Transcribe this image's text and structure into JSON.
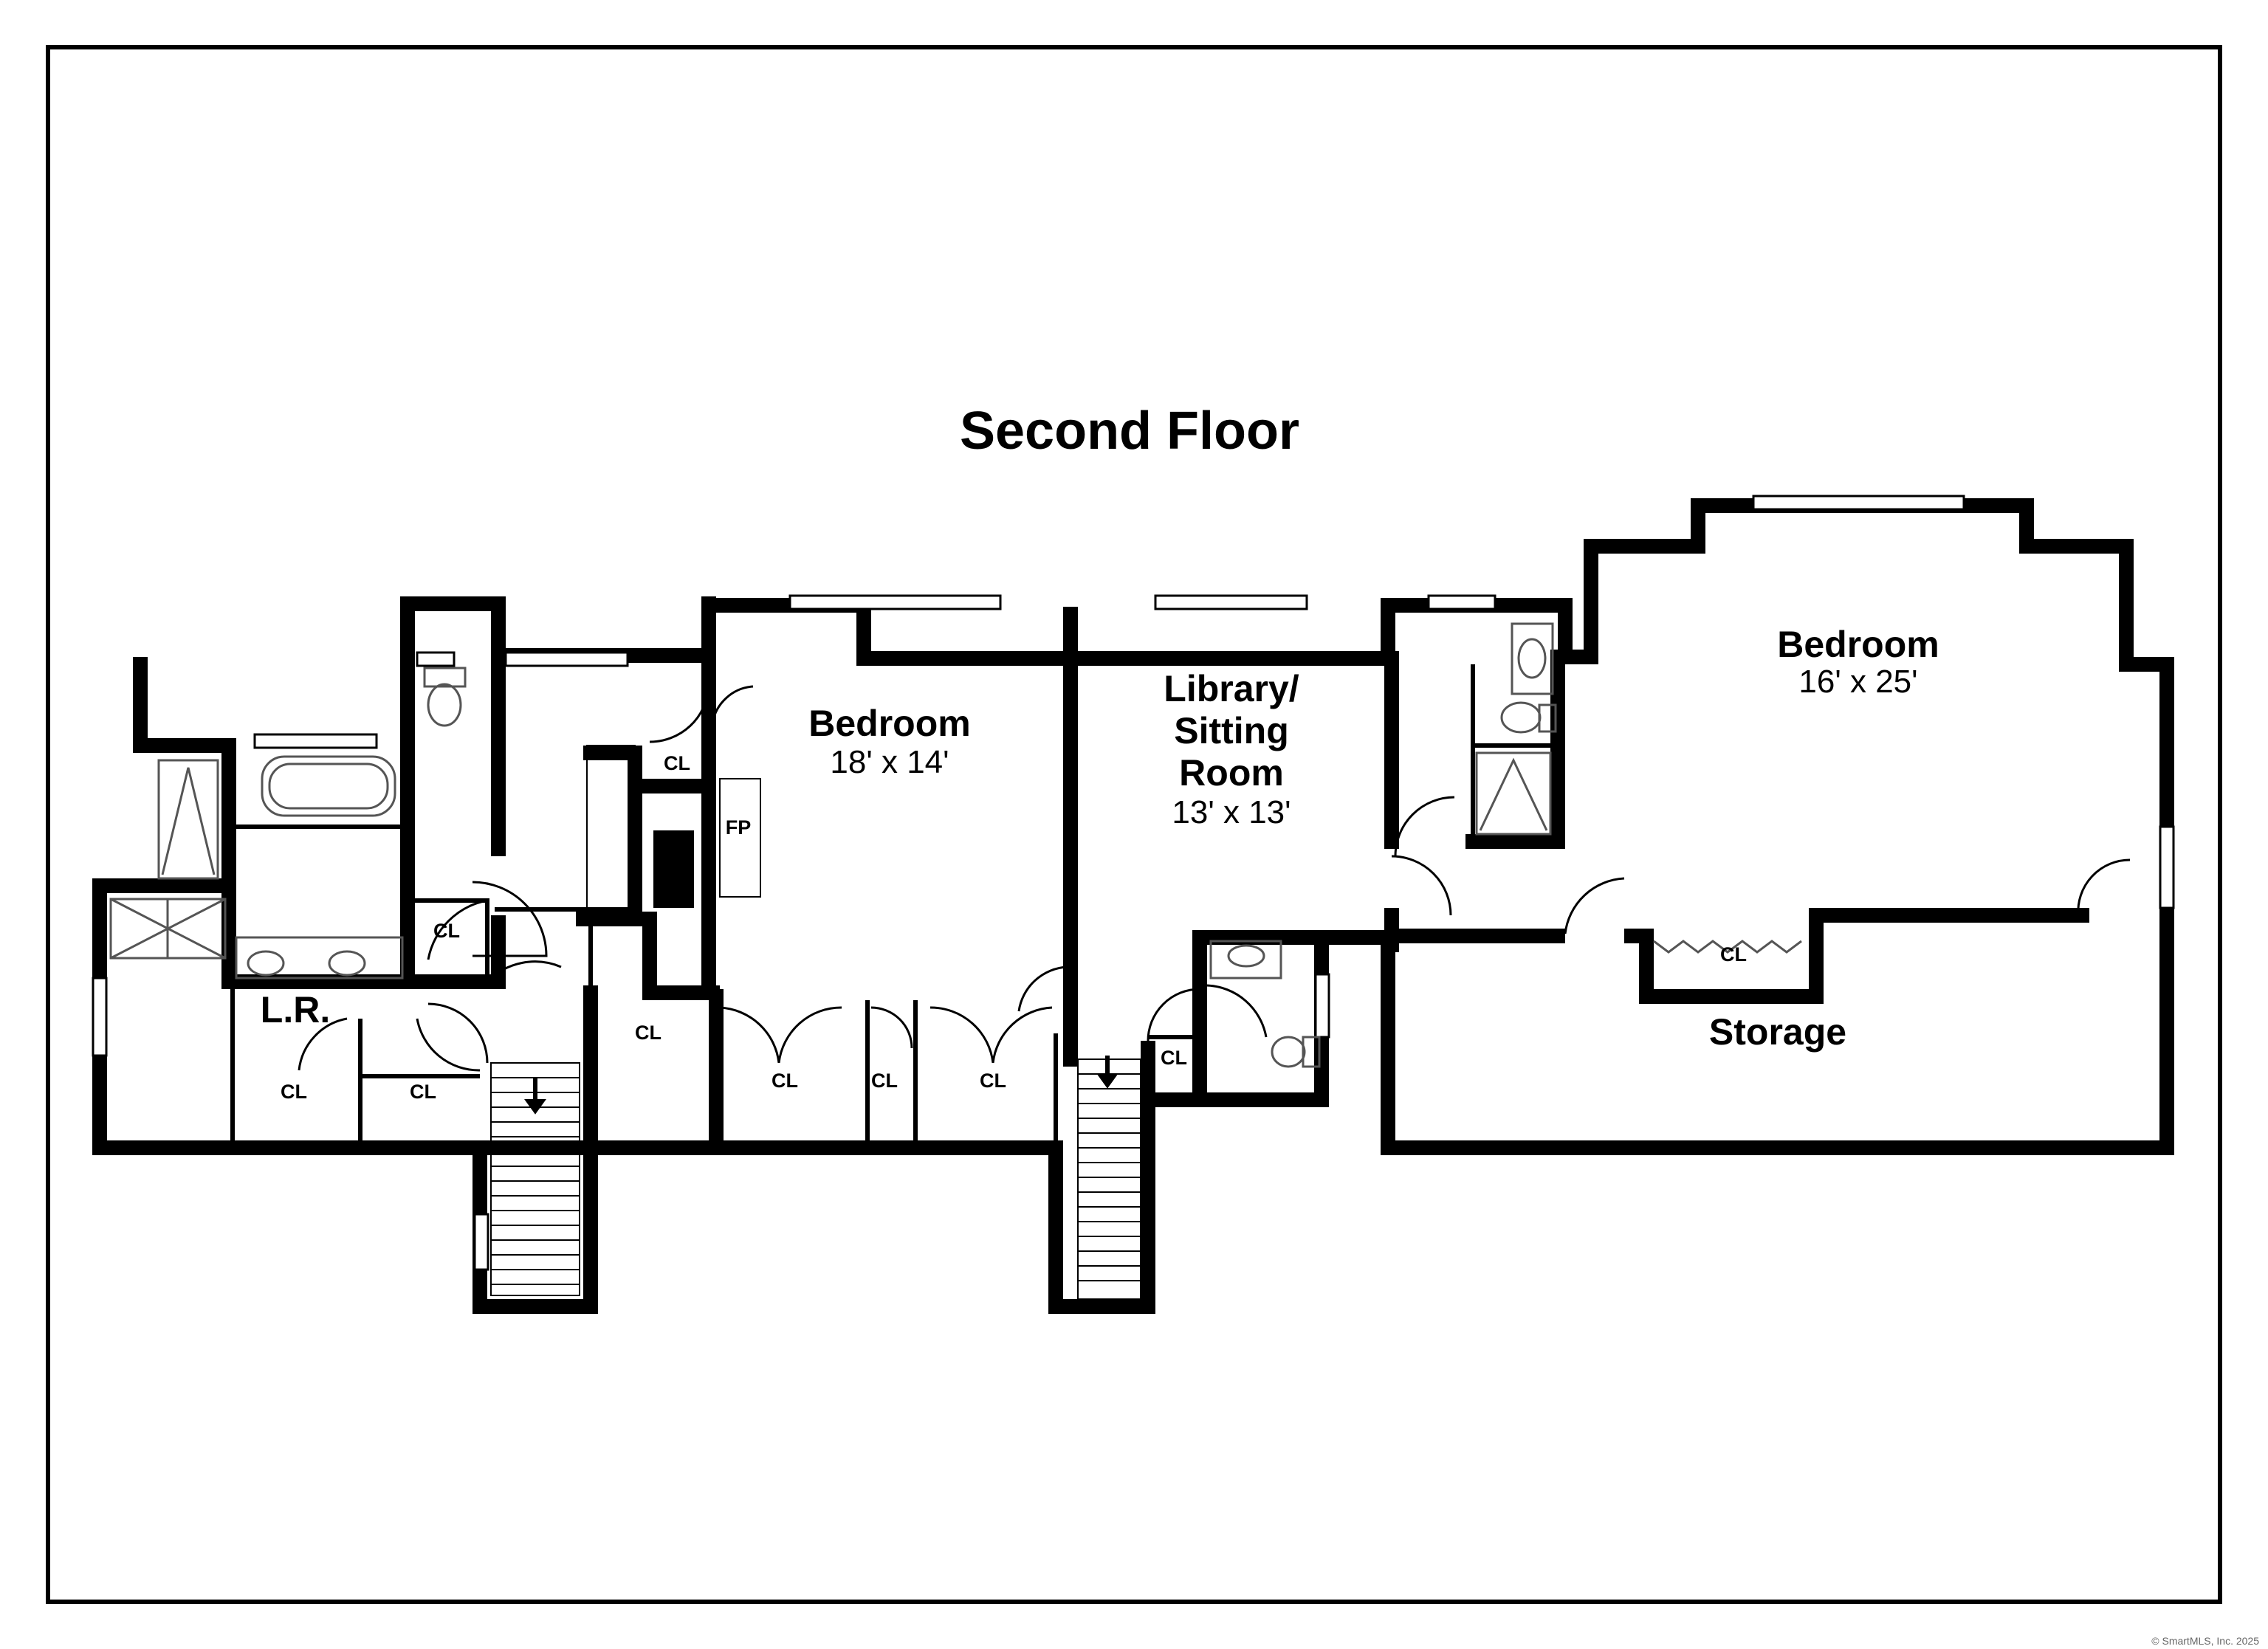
{
  "plan": {
    "title": "Second Floor",
    "copyright": "© SmartMLS, Inc. 2025",
    "colors": {
      "wall": "#000000",
      "background": "#ffffff",
      "fixture": "#555555"
    },
    "rooms": {
      "bedroom_center": {
        "name": "Bedroom",
        "size": "18' x 14'"
      },
      "library": {
        "line1": "Library/",
        "line2": "Sitting",
        "line3": "Room",
        "size": "13' x 13'"
      },
      "bedroom_right": {
        "name": "Bedroom",
        "size": "16' x 25'"
      },
      "lr": {
        "name": "L.R."
      },
      "storage": {
        "name": "Storage"
      }
    },
    "labels": {
      "closet": "CL",
      "fireplace": "FP"
    }
  }
}
